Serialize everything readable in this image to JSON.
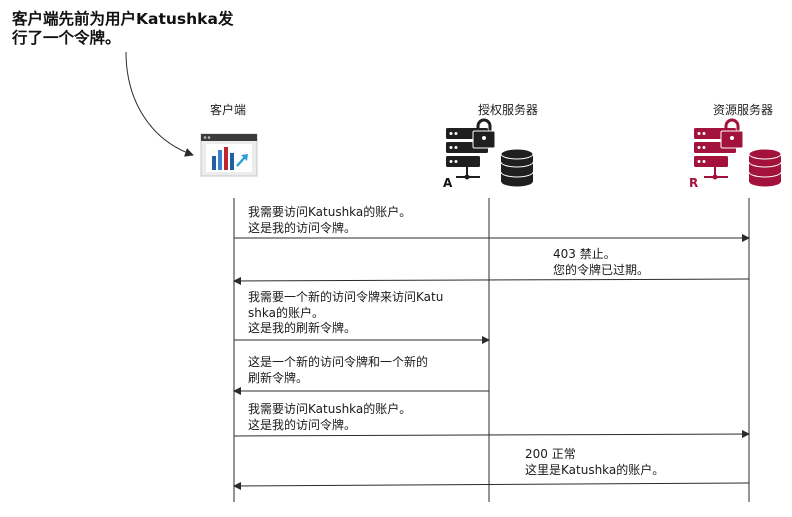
{
  "callout": {
    "line1": "客户端先前为用户Katushka发",
    "line2": "行了一个令牌。"
  },
  "lanes": {
    "client": {
      "label": "客户端"
    },
    "auth": {
      "label": "授权服务器",
      "letter": "A"
    },
    "resource": {
      "label": "资源服务器",
      "letter": "R"
    }
  },
  "colors": {
    "resource_icon": "#a3123a",
    "auth_icon": "#1f1f1f",
    "line": "#2b2b2b",
    "client_bars": [
      "#1f5fa8",
      "#c0272d",
      "#3a7fd0"
    ],
    "client_arrow": "#2a9fd6"
  },
  "messages": [
    {
      "lines": [
        "我需要访问Katushka的账户。",
        "这是我的访问令牌。"
      ]
    },
    {
      "lines": [
        "403 禁止。",
        "您的令牌已过期。"
      ]
    },
    {
      "lines": [
        "我需要一个新的访问令牌来访问Katu",
        "shka的账户。",
        "这是我的刷新令牌。"
      ]
    },
    {
      "lines": [
        "这是一个新的访问令牌和一个新的",
        "刷新令牌。"
      ]
    },
    {
      "lines": [
        "我需要访问Katushka的账户。",
        "这是我的访问令牌。"
      ]
    },
    {
      "lines": [
        "200 正常",
        "这里是Katushka的账户。"
      ]
    }
  ]
}
